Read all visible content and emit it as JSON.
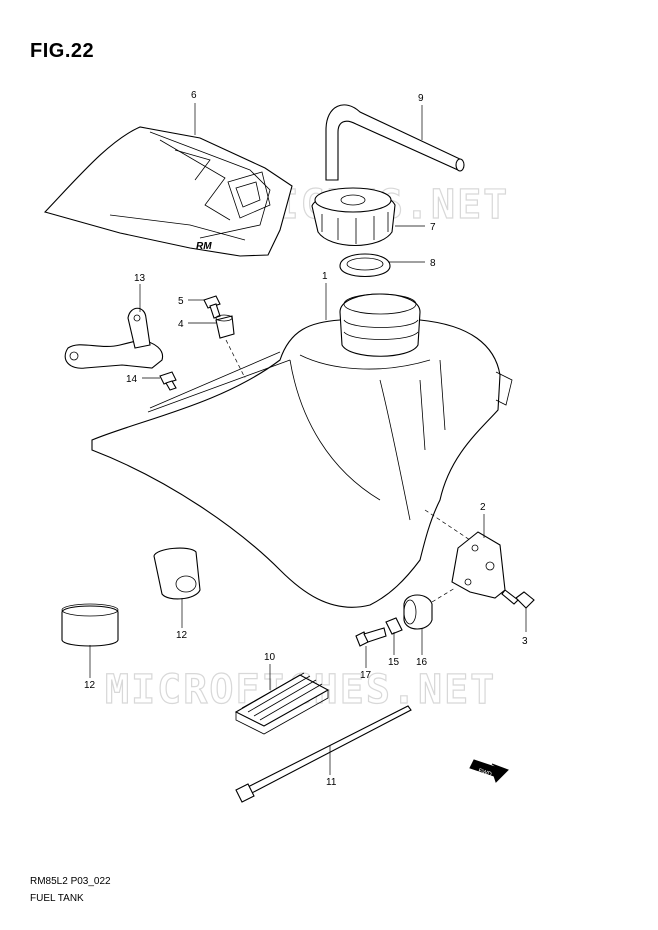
{
  "figure": {
    "title": "FIG.22"
  },
  "watermark": {
    "text": "MICROFICHES.NET"
  },
  "decal": {
    "logo_text": "RM"
  },
  "fwd_mark": {
    "text": "FWD"
  },
  "callouts": {
    "c1": "1",
    "c2": "2",
    "c3": "3",
    "c4": "4",
    "c5": "5",
    "c6": "6",
    "c7": "7",
    "c8": "8",
    "c9": "9",
    "c10": "10",
    "c11": "11",
    "c12a": "12",
    "c12b": "12",
    "c13": "13",
    "c14": "14",
    "c15": "15",
    "c16": "16",
    "c17": "17"
  },
  "footer": {
    "code": "RM85L2 P03_022",
    "name": "FUEL TANK"
  }
}
